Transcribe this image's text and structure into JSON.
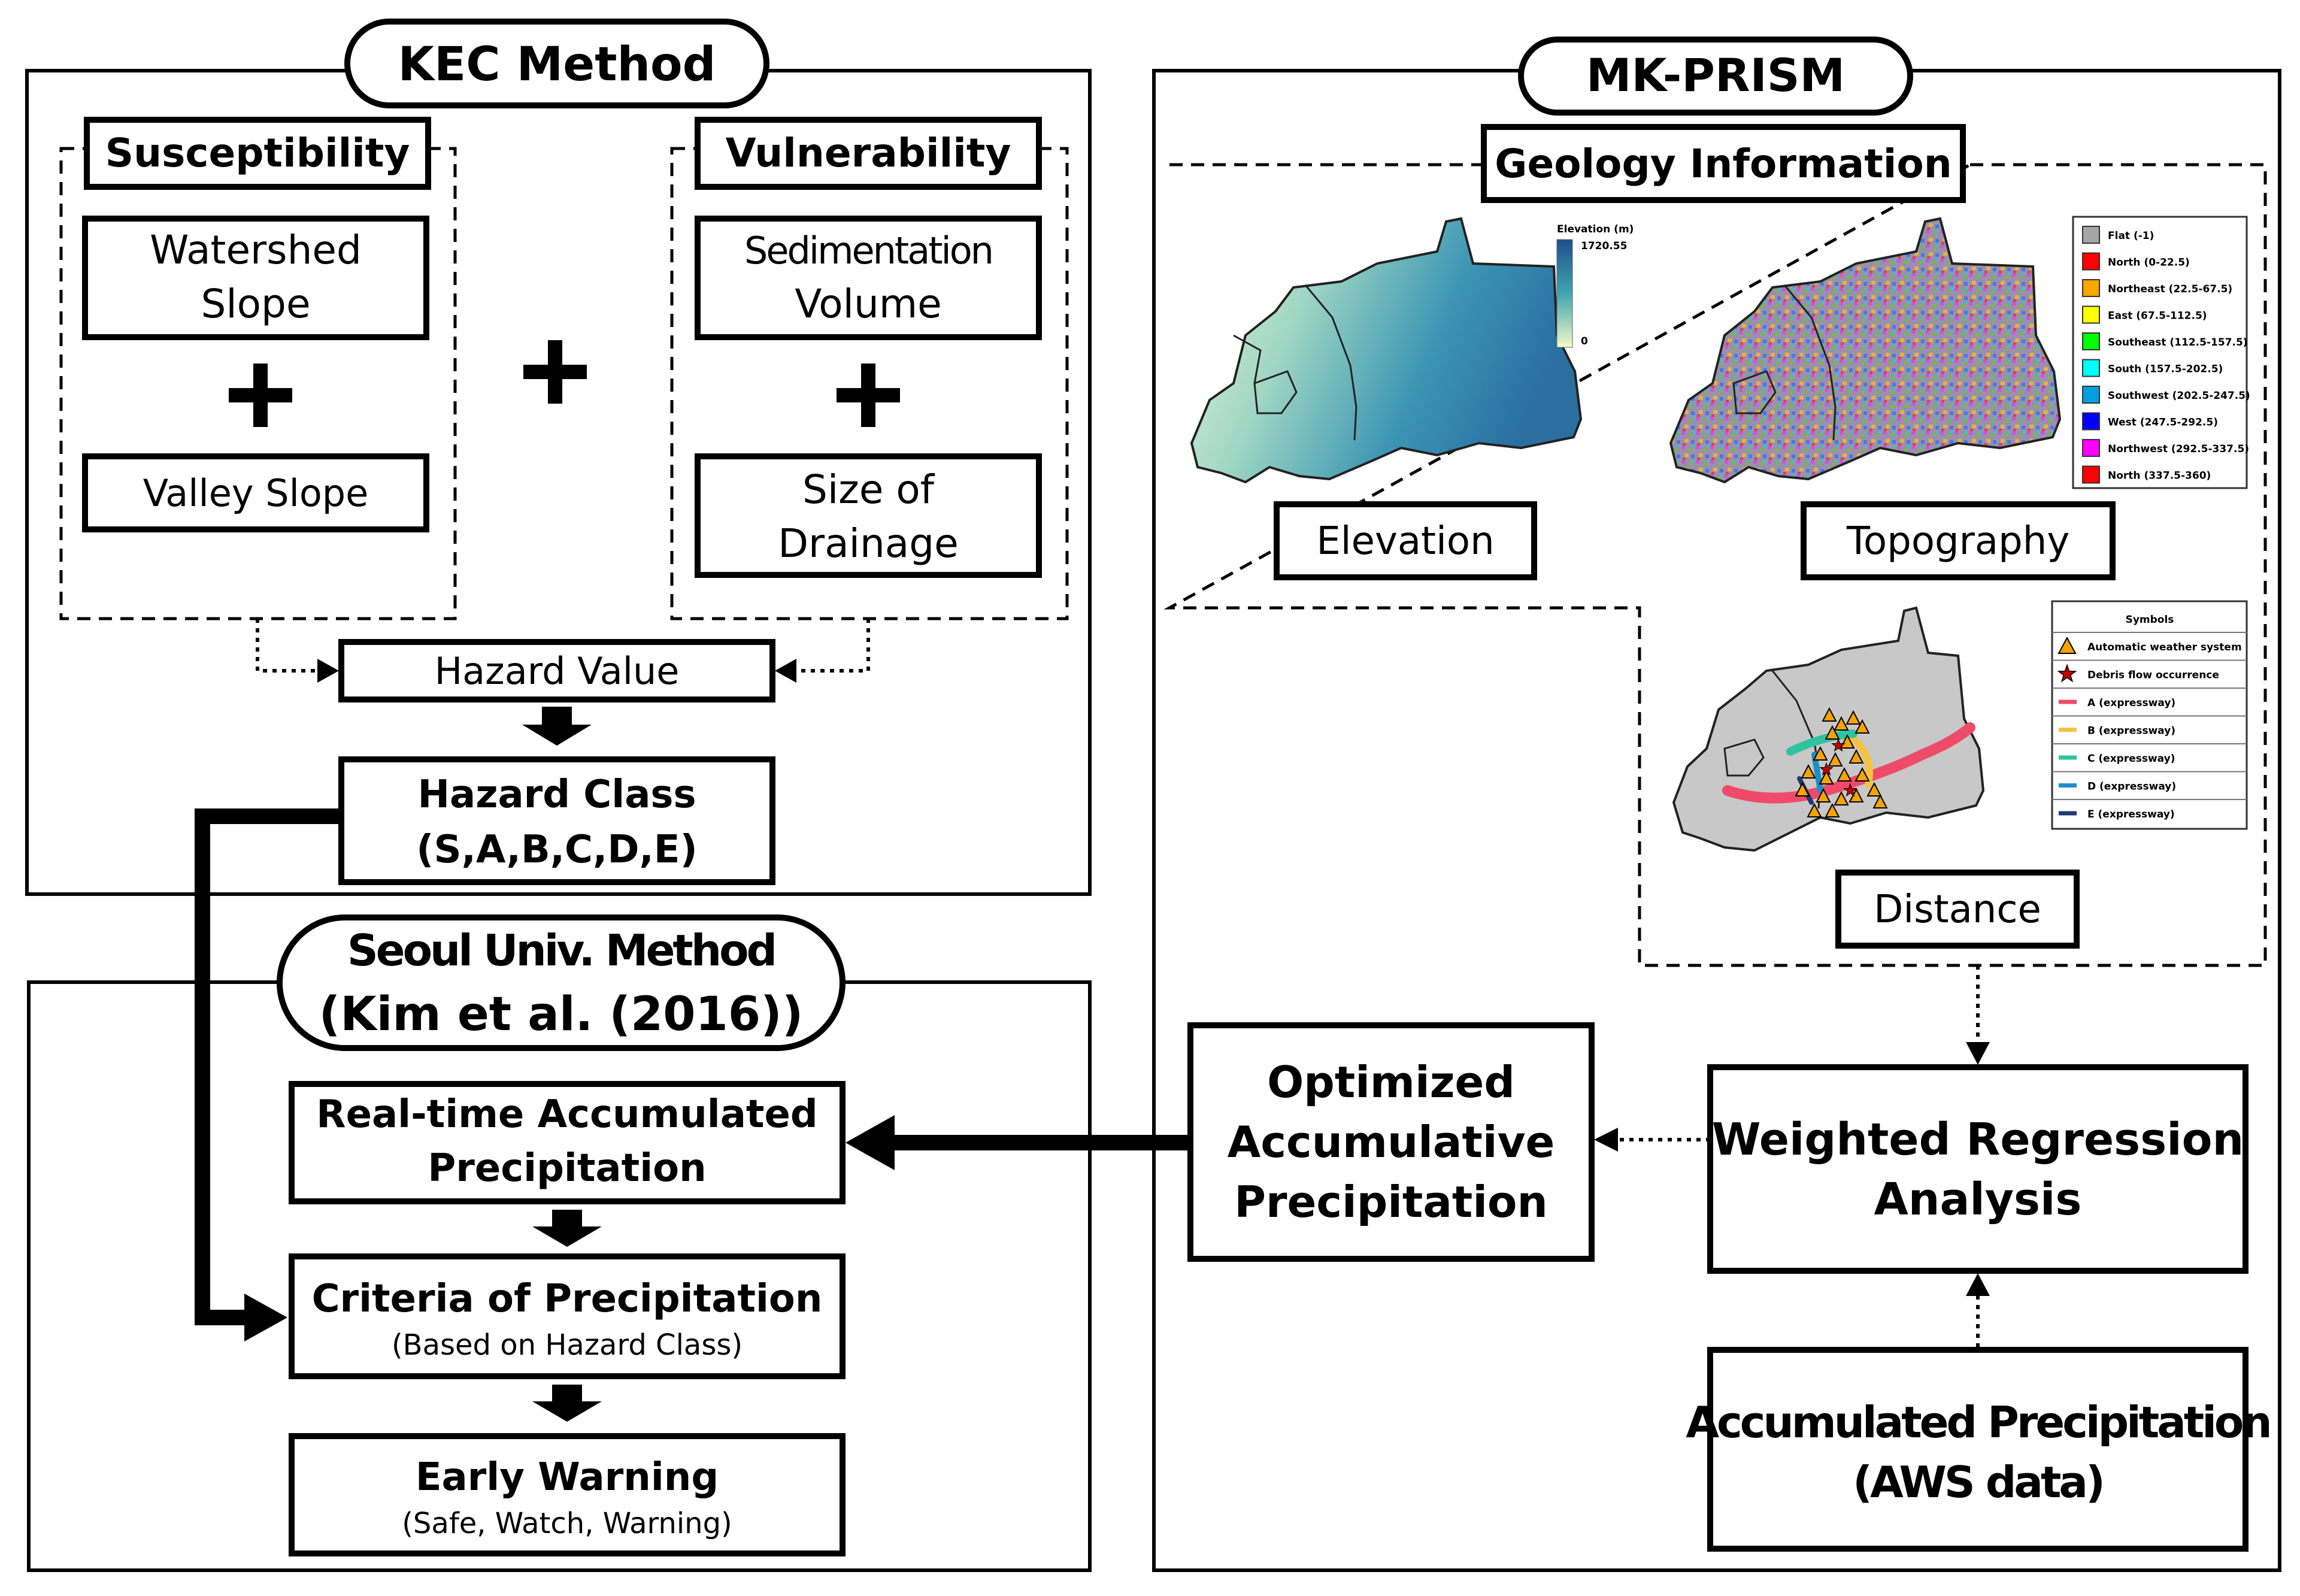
{
  "kec": {
    "title": "KEC Method",
    "susceptibility": {
      "title": "Susceptibility",
      "watershed_line1": "Watershed",
      "watershed_line2": "Slope",
      "valley": "Valley Slope"
    },
    "vulnerability": {
      "title": "Vulnerability",
      "sedimentation_line1": "Sedimentation",
      "sedimentation_line2": "Volume",
      "drainage_line1": "Size of",
      "drainage_line2": "Drainage"
    },
    "plus": "+",
    "hazard_value": "Hazard Value",
    "hazard_class_line1": "Hazard Class",
    "hazard_class_line2": "(S,A,B,C,D,E)"
  },
  "seoul": {
    "title_line1": "Seoul Univ. Method",
    "title_line2": "(Kim et al. (2016))",
    "realtime_line1": "Real-time Accumulated",
    "realtime_line2": "Precipitation",
    "criteria_title": "Criteria of Precipitation",
    "criteria_sub": "(Based on Hazard Class)",
    "early_title": "Early Warning",
    "early_sub": "(Safe, Watch, Warning)"
  },
  "prism": {
    "title": "MK-PRISM",
    "geology": "Geology Information",
    "elevation_label": "Elevation",
    "topography_label": "Topography",
    "distance_label": "Distance",
    "elevation_legend": {
      "title": "Elevation (m)",
      "max": "1720.55",
      "min": "0",
      "color_high": "#1f4e8c",
      "color_mid": "#3fa5b0",
      "color_low": "#f4f9c8"
    },
    "aspect_legend": [
      {
        "label": "Flat (-1)",
        "color": "#a6a6a6"
      },
      {
        "label": "North (0-22.5)",
        "color": "#ff0000"
      },
      {
        "label": "Northeast (22.5-67.5)",
        "color": "#ffa500"
      },
      {
        "label": "East (67.5-112.5)",
        "color": "#ffff00"
      },
      {
        "label": "Southeast (112.5-157.5)",
        "color": "#00ff00"
      },
      {
        "label": "South (157.5-202.5)",
        "color": "#00ffff"
      },
      {
        "label": "Southwest (202.5-247.5)",
        "color": "#00a0e0"
      },
      {
        "label": "West (247.5-292.5)",
        "color": "#0000ff"
      },
      {
        "label": "Northwest (292.5-337.5)",
        "color": "#ff00ff"
      },
      {
        "label": "North (337.5-360)",
        "color": "#ff0000"
      }
    ],
    "symbols_legend": {
      "title": "Symbols",
      "items": [
        {
          "label": "Automatic weather system",
          "kind": "triangle",
          "color": "#f4a300"
        },
        {
          "label": "Debris flow occurrence",
          "kind": "star",
          "color": "#c00000"
        },
        {
          "label": "A (expressway)",
          "kind": "line",
          "color": "#ee4b6a"
        },
        {
          "label": "B (expressway)",
          "kind": "line",
          "color": "#f5c342"
        },
        {
          "label": "C (expressway)",
          "kind": "line",
          "color": "#2ec4a0"
        },
        {
          "label": "D (expressway)",
          "kind": "line",
          "color": "#1a8fc8"
        },
        {
          "label": "E (expressway)",
          "kind": "line",
          "color": "#1f3b6e"
        }
      ]
    },
    "optimized_line1": "Optimized",
    "optimized_line2": "Accumulative",
    "optimized_line3": "Precipitation",
    "weighted_line1": "Weighted Regression",
    "weighted_line2": "Analysis",
    "aws_line1": "Accumulated Precipitation",
    "aws_line2": "(AWS data)"
  }
}
